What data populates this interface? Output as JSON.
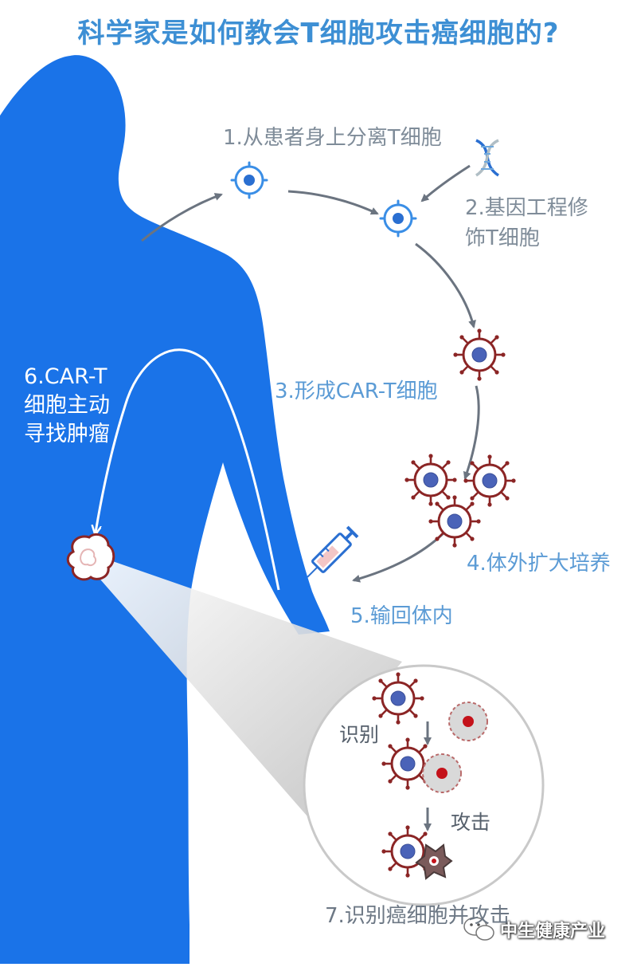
{
  "title": "科学家是如何教会T细胞攻击癌细胞的?",
  "steps": {
    "s1": "1.从患者身上分离T细胞",
    "s2_line1": "2.基因工程修",
    "s2_line2": "饰T细胞",
    "s3": "3.形成CAR-T细胞",
    "s4": "4.体外扩大培养",
    "s5": "5.输回体内",
    "s6_line1": "6.CAR-T",
    "s6_line2": "细胞主动",
    "s6_line3": "寻找肿瘤",
    "s7": "7.识别癌细胞并攻击"
  },
  "inset": {
    "recognize": "识别",
    "attack": "攻击"
  },
  "watermark": "中生健康产业",
  "icons": [
    "dna-icon",
    "syringe-icon",
    "tumor-icon",
    "t-cell-icon",
    "car-t-cell-icon",
    "cancer-cell-icon",
    "wechat-icon"
  ],
  "colors": {
    "body": "#1a73e8",
    "text_blue": "#5b9bd5",
    "title_blue": "#3d8fd4",
    "car_t_red": "#9c2a2a",
    "arrow_gray": "#6b7480"
  }
}
